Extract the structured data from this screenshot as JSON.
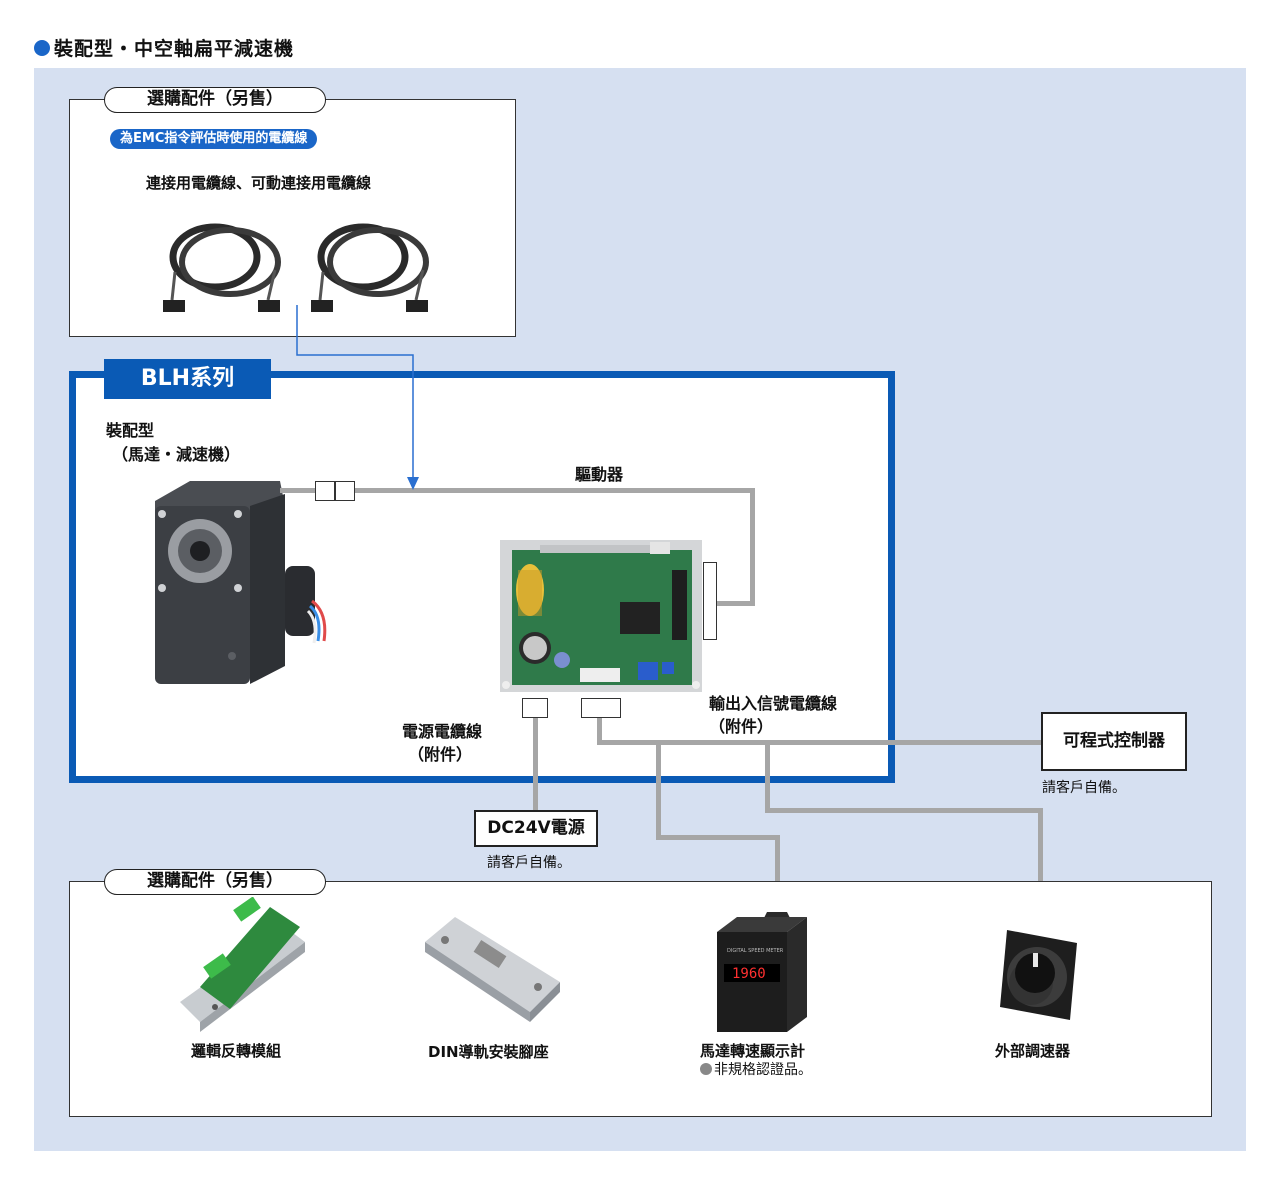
{
  "header": {
    "title": "裝配型・中空軸扁平減速機"
  },
  "top_panel": {
    "pill_label": "選購配件（另售）",
    "emc_badge": "為EMC指令評估時使用的電纜線",
    "cable_label": "連接用電纜線、可動連接用電纜線"
  },
  "blh": {
    "tab_label": "BLH系列",
    "motor_label_line1": "裝配型",
    "motor_label_line2": "（馬達・減速機）",
    "driver_label": "驅動器",
    "io_cable_line1": "輸出入信號電纜線",
    "io_cable_line2": "（附件）",
    "power_cable_line1": "電源電纜線",
    "power_cable_line2": "（附件）"
  },
  "plc": {
    "label": "可程式控制器",
    "note": "請客戶自備。"
  },
  "power": {
    "label": "DC24V電源",
    "note": "請客戶自備。"
  },
  "bottom_panel": {
    "pill_label": "選購配件（另售）",
    "items": [
      {
        "label": "邏輯反轉模組"
      },
      {
        "label": "DIN導軌安裝腳座"
      },
      {
        "label": "馬達轉速顯示計",
        "note": "非規格認證品。"
      },
      {
        "label": "外部調速器"
      }
    ]
  },
  "meter_display": {
    "reading": "1960",
    "brand_text": "DIGITAL SPEED METER"
  },
  "colors": {
    "accent_blue": "#0a5ab5",
    "wire_gray": "#a6a6a6",
    "panel_bg": "#d6e0f1"
  }
}
